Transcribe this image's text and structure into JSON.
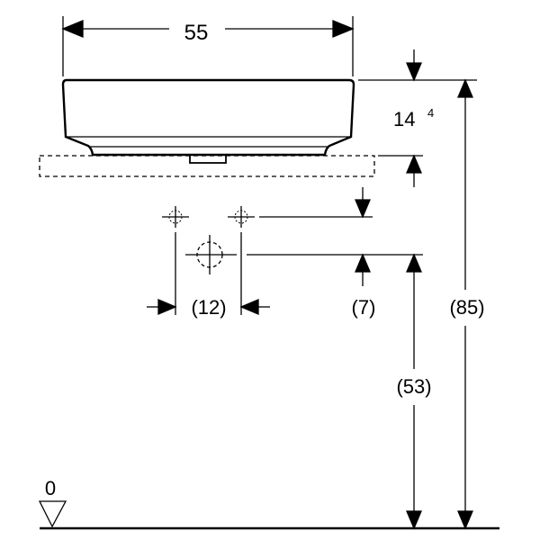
{
  "dimensions": {
    "width": "55",
    "height_main": "14",
    "height_superscript": "4",
    "tap_spacing": "(12)",
    "tap_offset": "(7)",
    "drain_height": "(53)",
    "total_height": "(85)",
    "floor_level": "0"
  },
  "colors": {
    "line": "#000000",
    "background": "#ffffff"
  }
}
